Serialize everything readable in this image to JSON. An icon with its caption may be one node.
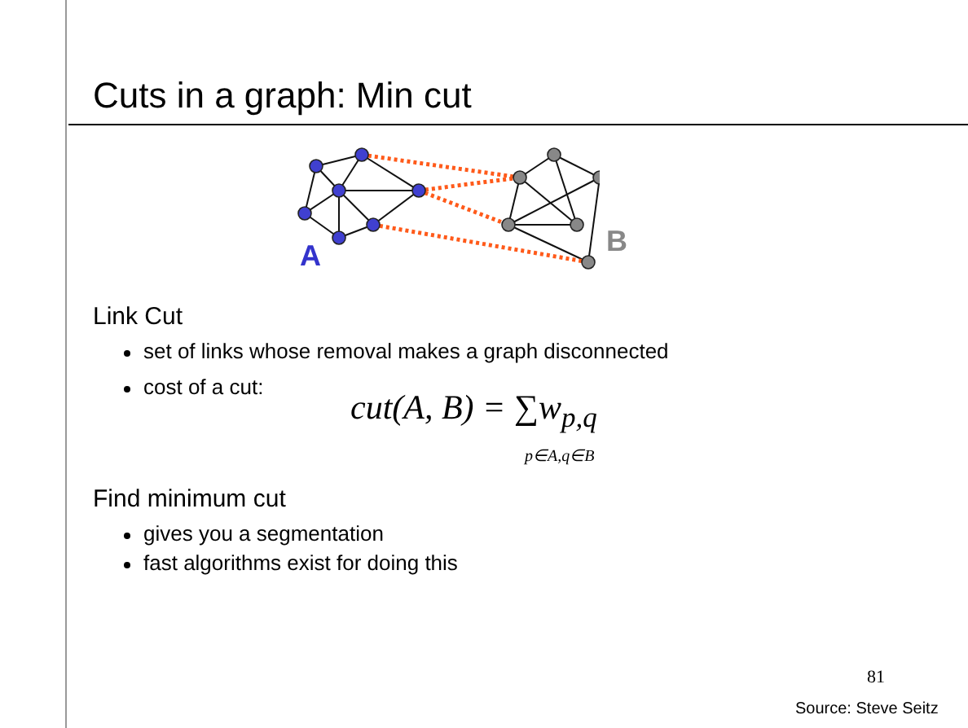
{
  "diagram": {
    "title": "Cuts in a graph: Min cut",
    "labels": [
      "A",
      "B",
      "Link Cut",
      "set of links whose removal makes a graph disconnected",
      "cost of a cut:",
      "cut(A, B) = ∑w$_{p,q}$",
      "p∈A,q∈B",
      "Find minimum cut",
      "gives you a segmentation",
      "fast algorithms exist for doing this",
      "81",
      "Source: Steve Seitz"
    ]
  }
}
